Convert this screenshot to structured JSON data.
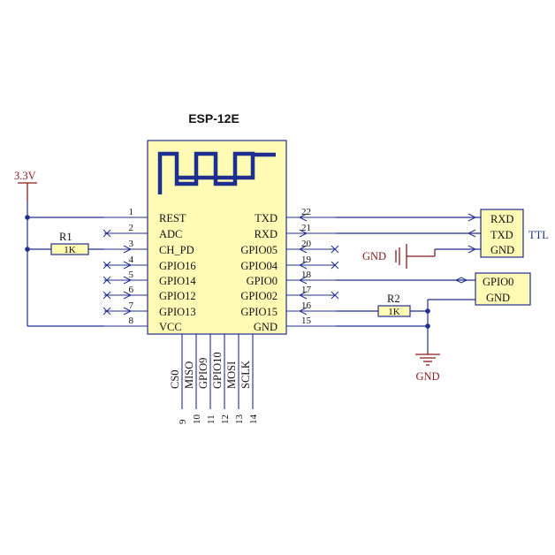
{
  "title": "ESP-12E",
  "power_label": "3.3V",
  "gnd_label": "GND",
  "gnd_small_label": "GND",
  "ttl_label": "TTL",
  "r1": {
    "name": "R1",
    "value": "1K"
  },
  "r2": {
    "name": "R2",
    "value": "1K"
  },
  "left_pins": [
    {
      "num": "1",
      "label": "REST"
    },
    {
      "num": "2",
      "label": "ADC"
    },
    {
      "num": "3",
      "label": "CH_PD"
    },
    {
      "num": "4",
      "label": "GPIO16"
    },
    {
      "num": "5",
      "label": "GPIO14"
    },
    {
      "num": "6",
      "label": "GPIO12"
    },
    {
      "num": "7",
      "label": "GPIO13"
    },
    {
      "num": "8",
      "label": "VCC"
    }
  ],
  "right_pins": [
    {
      "num": "22",
      "label": "TXD"
    },
    {
      "num": "21",
      "label": "RXD"
    },
    {
      "num": "20",
      "label": "GPIO05"
    },
    {
      "num": "19",
      "label": "GPIO04"
    },
    {
      "num": "18",
      "label": "GPIO0"
    },
    {
      "num": "17",
      "label": "GPIO02"
    },
    {
      "num": "16",
      "label": "GPIO15"
    },
    {
      "num": "15",
      "label": "GND"
    }
  ],
  "bottom_pins": [
    {
      "num": "9",
      "label": "CS0"
    },
    {
      "num": "10",
      "label": "MISO"
    },
    {
      "num": "11",
      "label": "GPIO9"
    },
    {
      "num": "12",
      "label": "GPIO10"
    },
    {
      "num": "13",
      "label": "MOSI"
    },
    {
      "num": "14",
      "label": "SCLK"
    }
  ],
  "ttl_connector": {
    "labels": [
      "RXD",
      "TXD",
      "GND"
    ]
  },
  "gpio0_connector": {
    "labels": [
      "GPIO0",
      "GND"
    ]
  },
  "colors": {
    "chip_fill": "#fffbb5",
    "wire": "#1f2f8f",
    "power_red": "#8b1a1a"
  }
}
